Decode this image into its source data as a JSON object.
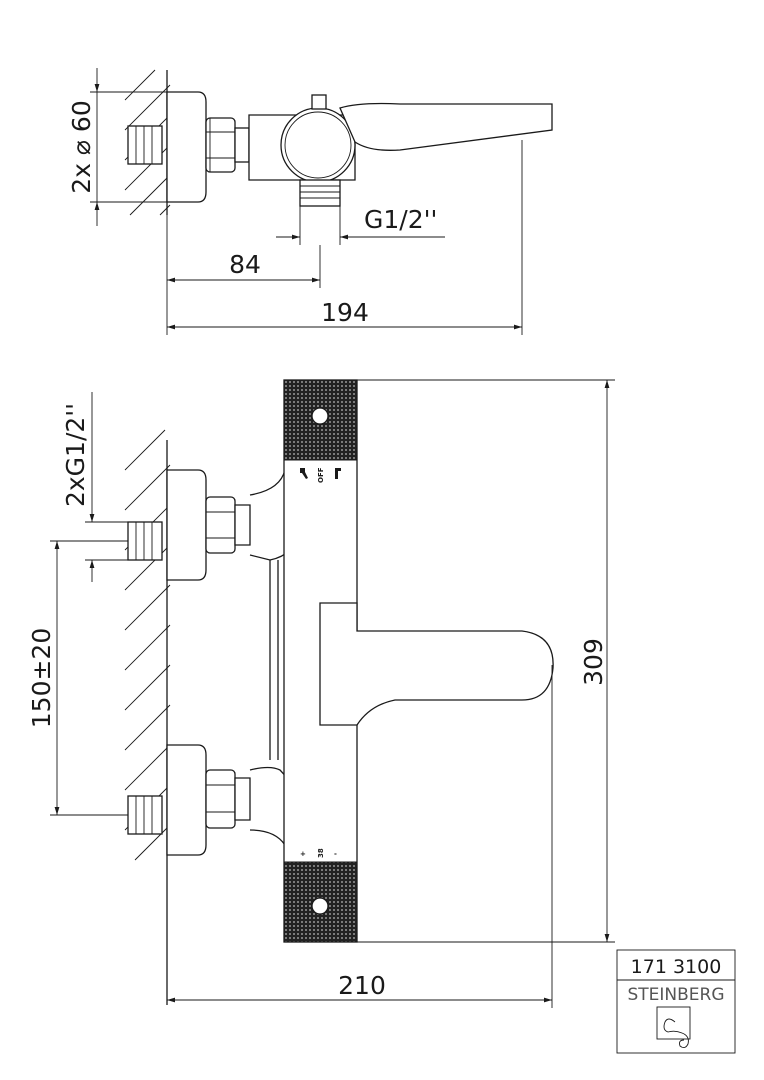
{
  "top_view": {
    "dim_flange": "2x ⌀ 60",
    "dim_thread": "G1/2''",
    "dim_84": "84",
    "dim_194": "194"
  },
  "front_view": {
    "dim_connections": "2xG1/2''",
    "dim_spacing": "150±20",
    "dim_height": "309",
    "dim_width": "210",
    "top_knob_label": "OFF",
    "bottom_knob_plus": "+",
    "bottom_knob_temp": "38",
    "bottom_knob_minus": "-"
  },
  "title_block": {
    "article_number": "171 3100",
    "brand": "STEINBERG"
  }
}
